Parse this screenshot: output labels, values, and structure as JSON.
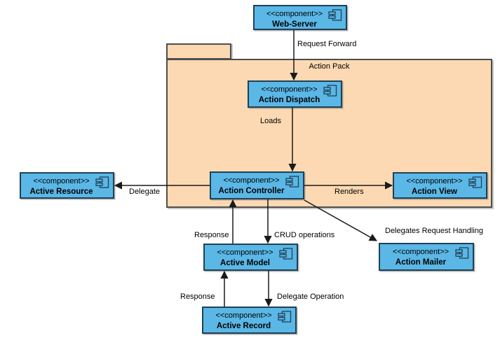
{
  "colors": {
    "component_fill": "#5ab7e6",
    "component_border": "#1f4156",
    "package_fill": "#fcd9b2",
    "package_border": "#4d4d4d",
    "line": "#1a1a1a",
    "text": "#000000",
    "background": "#ffffff"
  },
  "package": {
    "label": "Action Pack"
  },
  "components": {
    "web_server": {
      "stereotype": "<<component>>",
      "name": "Web-Server"
    },
    "action_dispatch": {
      "stereotype": "<<component>>",
      "name": "Action Dispatch"
    },
    "active_resource": {
      "stereotype": "<<component>>",
      "name": "Active Resource"
    },
    "action_controller": {
      "stereotype": "<<component>>",
      "name": "Action Controller"
    },
    "action_view": {
      "stereotype": "<<component>>",
      "name": "Action View"
    },
    "active_model": {
      "stereotype": "<<component>>",
      "name": "Active Model"
    },
    "action_mailer": {
      "stereotype": "<<component>>",
      "name": "Action Mailer"
    },
    "active_record": {
      "stereotype": "<<component>>",
      "name": "Active Record"
    }
  },
  "edges": {
    "request_forward": {
      "label": "Request Forward",
      "from": "Web-Server",
      "to": "Action Dispatch"
    },
    "loads": {
      "label": "Loads",
      "from": "Action Dispatch",
      "to": "Action Controller"
    },
    "delegate": {
      "label": "Delegate",
      "from": "Action Controller",
      "to": "Active Resource"
    },
    "renders": {
      "label": "Renders",
      "from": "Action Controller",
      "to": "Action View"
    },
    "response_model_to_controller": {
      "label": "Response",
      "from": "Active Model",
      "to": "Action Controller"
    },
    "crud_operations": {
      "label": "CRUD operations",
      "from": "Action Controller",
      "to": "Active Model"
    },
    "delegates_request_handling": {
      "label": "Delegates Request Handling",
      "from": "Action Controller",
      "to": "Action Mailer"
    },
    "response_record_to_model": {
      "label": "Response",
      "from": "Active Record",
      "to": "Active Model"
    },
    "delegate_operation": {
      "label": "Delegate Operation",
      "from": "Active Model",
      "to": "Active Record"
    }
  }
}
